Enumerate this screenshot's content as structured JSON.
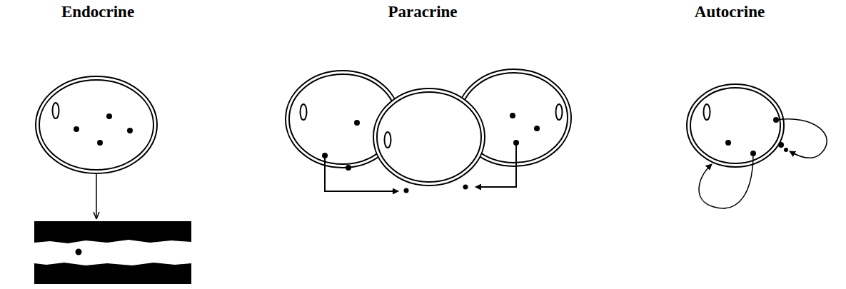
{
  "diagram": {
    "labels": [
      "Endocrine",
      "Paracrine",
      "Autocrine"
    ]
  }
}
